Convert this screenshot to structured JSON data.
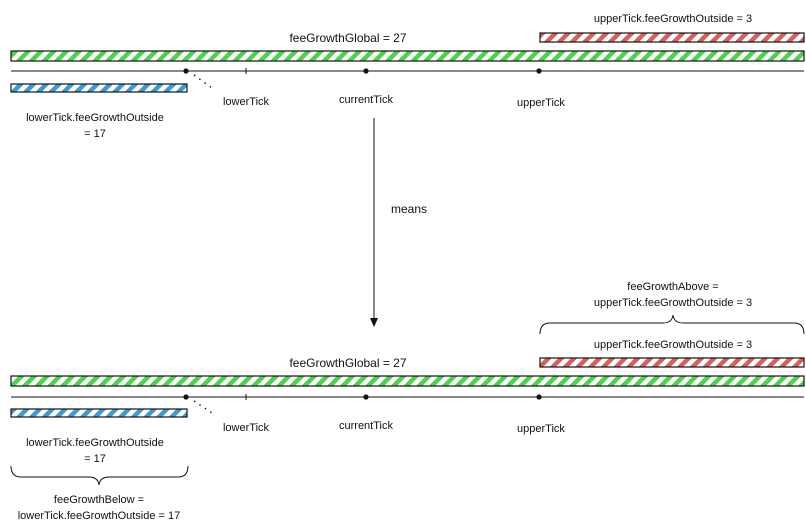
{
  "top": {
    "fee_growth_global_label": "feeGrowthGlobal = 27",
    "upper_outside_label": "upperTick.feeGrowthOutside = 3",
    "lower_outside_label_line1": "lowerTick.feeGrowthOutside",
    "lower_outside_label_line2": "= 17",
    "lower_tick_label": "lowerTick",
    "current_tick_label": "currentTick",
    "upper_tick_label": "upperTick"
  },
  "arrow_label": "means",
  "bottom": {
    "fee_growth_above_line1": "feeGrowthAbove =",
    "fee_growth_above_line2": "upperTick.feeGrowthOutside = 3",
    "upper_outside_label": "upperTick.feeGrowthOutside = 3",
    "fee_growth_global_label": "feeGrowthGlobal = 27",
    "lower_outside_label_line1": "lowerTick.feeGrowthOutside",
    "lower_outside_label_line2": "= 17",
    "lower_tick_label": "lowerTick",
    "current_tick_label": "currentTick",
    "upper_tick_label": "upperTick",
    "fee_growth_below_line1": "feeGrowthBelow =",
    "fee_growth_below_line2": "lowerTick.feeGrowthOutside = 17"
  },
  "colors": {
    "global_bar": "#4cd34c",
    "upper_bar": "#d9605a",
    "lower_bar": "#3a9bd5",
    "line": "#111111"
  }
}
